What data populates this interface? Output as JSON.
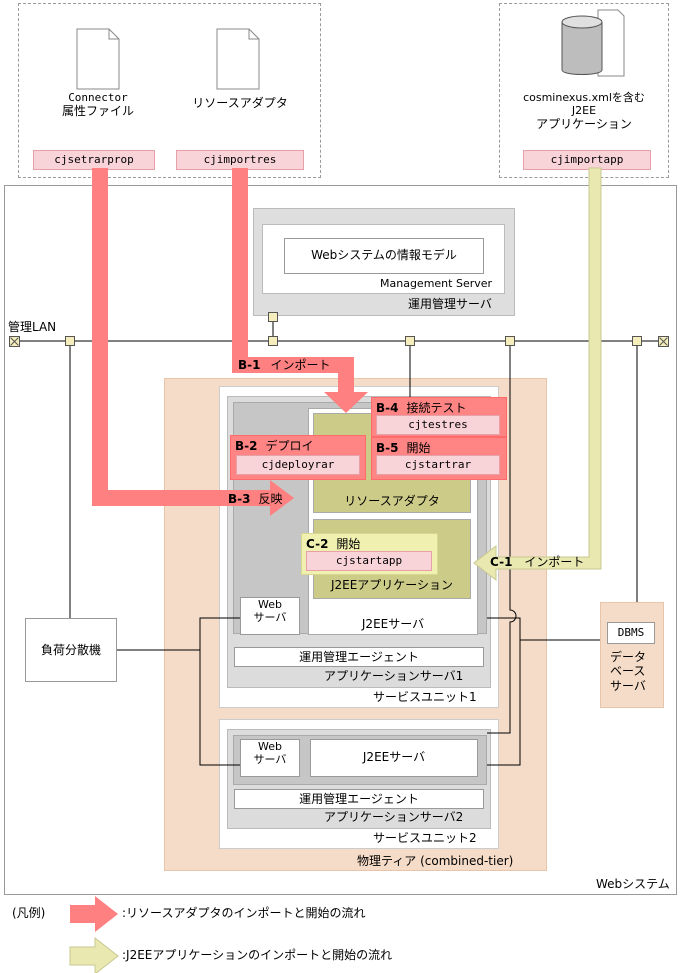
{
  "sources": {
    "connector": {
      "line1": "Connector",
      "line2": "属性ファイル",
      "command": "cjsetrarprop"
    },
    "resource_adapter": {
      "label": "リソースアダプタ",
      "command": "cjimportres"
    },
    "j2ee": {
      "line1": "cosminexus.xmlを含む",
      "line2": "J2EE",
      "line3": "アプリケーション",
      "command": "cjimportapp"
    }
  },
  "network": {
    "lan_label": "管理LAN"
  },
  "management_server": {
    "model_label": "Webシステムの情報モデル",
    "server_name": "Management Server",
    "caption": "運用管理サーバ"
  },
  "steps": {
    "b1": {
      "id": "B-1",
      "label": "インポート"
    },
    "b2": {
      "id": "B-2",
      "label": "デプロイ",
      "command": "cjdeployrar"
    },
    "b3": {
      "id": "B-3",
      "label": "反映"
    },
    "b4": {
      "id": "B-4",
      "label": "接続テスト",
      "command": "cjtestres"
    },
    "b5": {
      "id": "B-5",
      "label": "開始",
      "command": "cjstartrar"
    },
    "c1": {
      "id": "C-1",
      "label": "インポート"
    },
    "c2": {
      "id": "C-2",
      "label": "開始",
      "command": "cjstartapp"
    }
  },
  "unit1": {
    "resource_adapter": "リソースアダプタ",
    "j2ee_app": "J2EEアプリケーション",
    "web_server_line1": "Web",
    "web_server_line2": "サーバ",
    "j2ee_server": "J2EEサーバ",
    "agent": "運用管理エージェント",
    "app_server": "アプリケーションサーバ1",
    "service_unit": "サービスユニット1"
  },
  "unit2": {
    "web_server_line1": "Web",
    "web_server_line2": "サーバ",
    "j2ee_server": "J2EEサーバ",
    "agent": "運用管理エージェント",
    "app_server": "アプリケーションサーバ2",
    "service_unit": "サービスユニット2"
  },
  "load_balancer": "負荷分散機",
  "dbms": {
    "name": "DBMS",
    "line1": "データ",
    "line2": "ベース",
    "line3": "サーバ"
  },
  "physical_tier": "物理ティア (combined-tier)",
  "web_system": "Webシステム",
  "legend": {
    "title": "(凡例)",
    "red": ":リソースアダプタのインポートと開始の流れ",
    "yellow": ":J2EEアプリケーションのインポートと開始の流れ"
  },
  "colors": {
    "red_flow": "#ff8080",
    "yellow_flow": "#e8e8b0",
    "tier": "#f5dcc8",
    "component": "#cccc88"
  }
}
